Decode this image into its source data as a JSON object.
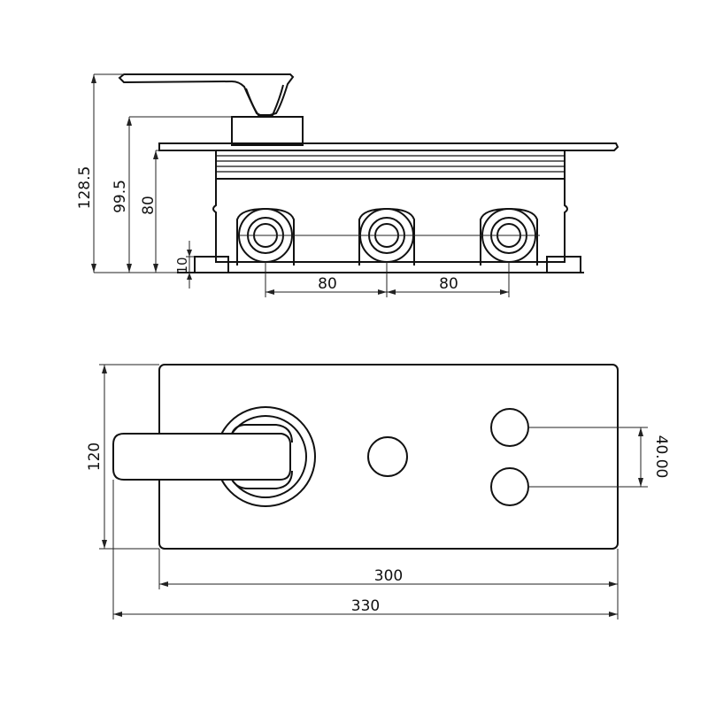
{
  "drawing": {
    "side_view": {
      "height_overall": "128.5",
      "height_spout": "99.5",
      "height_body": "80",
      "height_base": "10",
      "spacing_left": "80",
      "spacing_right": "80"
    },
    "top_view": {
      "depth": "120",
      "button_spacing": "40.00",
      "plate_width": "300",
      "overall_width": "330"
    },
    "colors": {
      "line": "#111111",
      "background": "#ffffff"
    }
  }
}
